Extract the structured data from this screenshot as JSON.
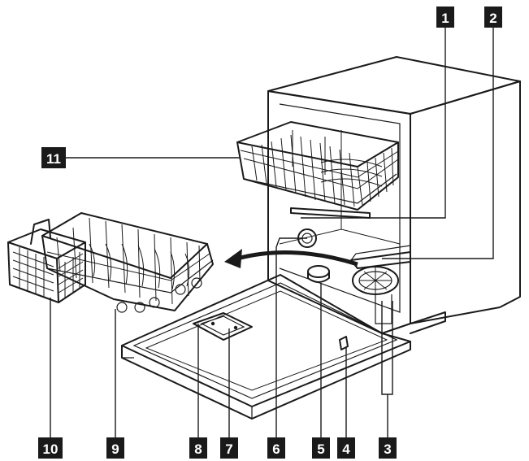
{
  "callouts": {
    "c1": "1",
    "c2": "2",
    "c3": "3",
    "c4": "4",
    "c5": "5",
    "c6": "6",
    "c7": "7",
    "c8": "8",
    "c9": "9",
    "c10": "10",
    "c11": "11"
  },
  "colors": {
    "ink": "#1a1a1a",
    "label_bg": "#1a1a1a",
    "label_text": "#ffffff",
    "background": "#ffffff"
  }
}
